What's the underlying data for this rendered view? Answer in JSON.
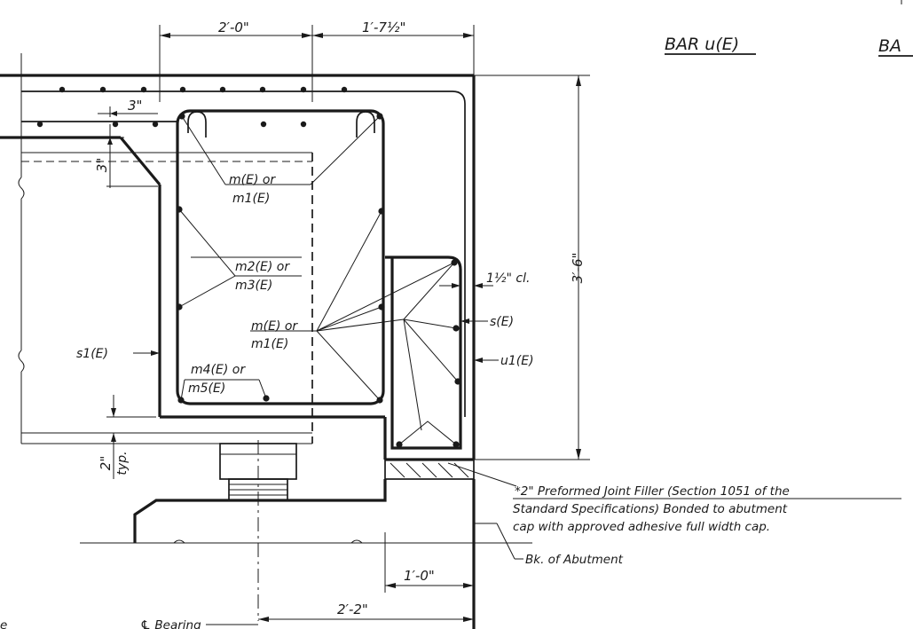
{
  "titles": {
    "bar_u": "BAR u(E)",
    "bar_partial": "BA"
  },
  "dimensions": {
    "top_left": "2′-0\"",
    "top_right": "1′-7½\"",
    "right_height": "3′-6\"",
    "cover_3_horizontal": "3\"",
    "cover_3_vertical": "3\"",
    "clear_cover": "1½\" cl.",
    "bottom_2": "2\"",
    "typ": "typ.",
    "bottom_1_0": "1′-0\"",
    "bottom_2_2": "2′-2\""
  },
  "bar_labels": {
    "m_top": "m(E) or",
    "m1_top": "m1(E)",
    "m2_or": "m2(E) or",
    "m3": "m3(E)",
    "m_mid": "m(E) or",
    "m1_mid": "m1(E)",
    "m4_or": "m4(E) or",
    "m5": "m5(E)",
    "s1": "s1(E)",
    "s": "s(E)",
    "u1": "u1(E)"
  },
  "notes": {
    "filler_line1": "*2\" Preformed Joint Filler (Section 1051 of the",
    "filler_line2": "Standard Specifications) Bonded to abutment",
    "filler_line3": "cap with approved adhesive full width cap.",
    "bk_abutment": "Bk. of Abutment",
    "cl_bearing": "℄ Bearing",
    "left_edge": "e"
  },
  "icons": [
    "centerline-symbol",
    "break-line-symbol"
  ]
}
